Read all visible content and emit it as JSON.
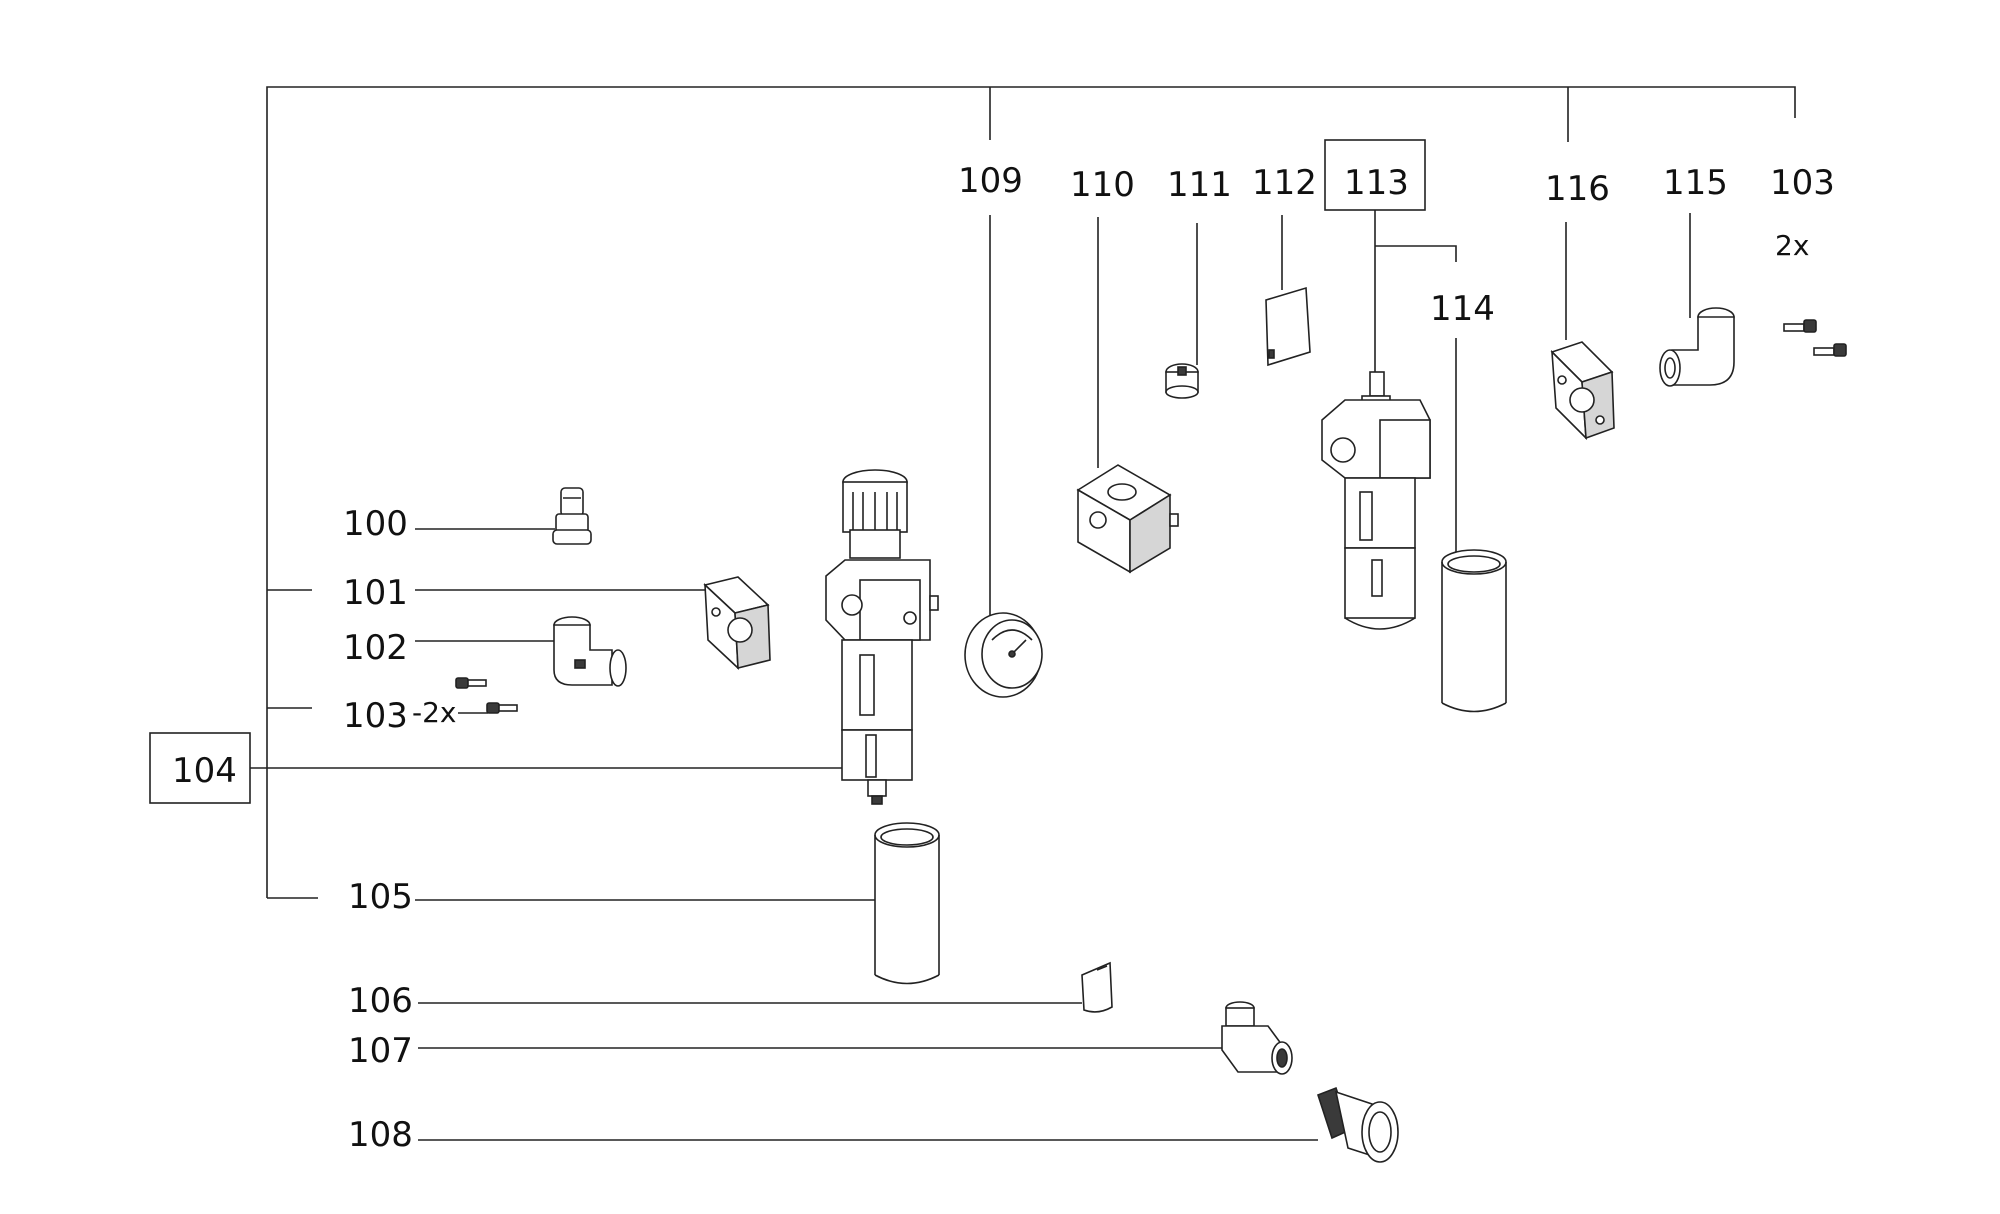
{
  "labels": {
    "p100": "100",
    "p101": "101",
    "p102": "102",
    "p103a": "103",
    "p103a_qty": "-2x",
    "p104": "104",
    "p105": "105",
    "p106": "106",
    "p107": "107",
    "p108": "108",
    "p109": "109",
    "p110": "110",
    "p111": "111",
    "p112": "112",
    "p113": "113",
    "p114": "114",
    "p115": "115",
    "p116": "116",
    "p103b": "103",
    "p103b_qty": "2x"
  }
}
